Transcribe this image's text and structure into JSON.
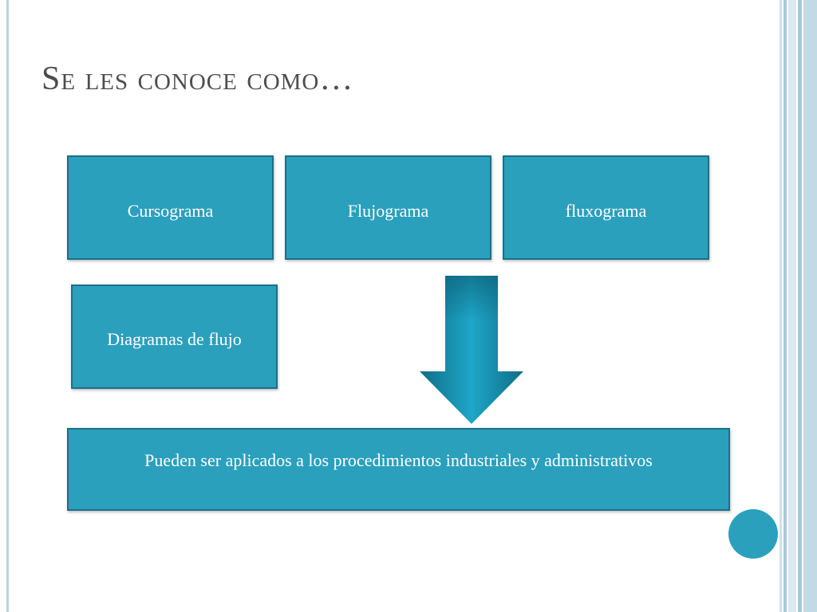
{
  "slide": {
    "title": "Se les conoce como…"
  },
  "diagram": {
    "boxes": [
      {
        "label": "Cursograma"
      },
      {
        "label": "Flujograma"
      },
      {
        "label": "fluxograma"
      },
      {
        "label": "Diagramas de flujo"
      }
    ],
    "result": {
      "label": "Pueden ser aplicados a los procedimientos industriales y administrativos"
    }
  },
  "colors": {
    "box_fill": "#2aa0bd",
    "box_border": "#1d6f86",
    "title_text": "#4d4d4d",
    "arrow": "#1b8fae",
    "accent_circle": "#2aa0bd"
  }
}
